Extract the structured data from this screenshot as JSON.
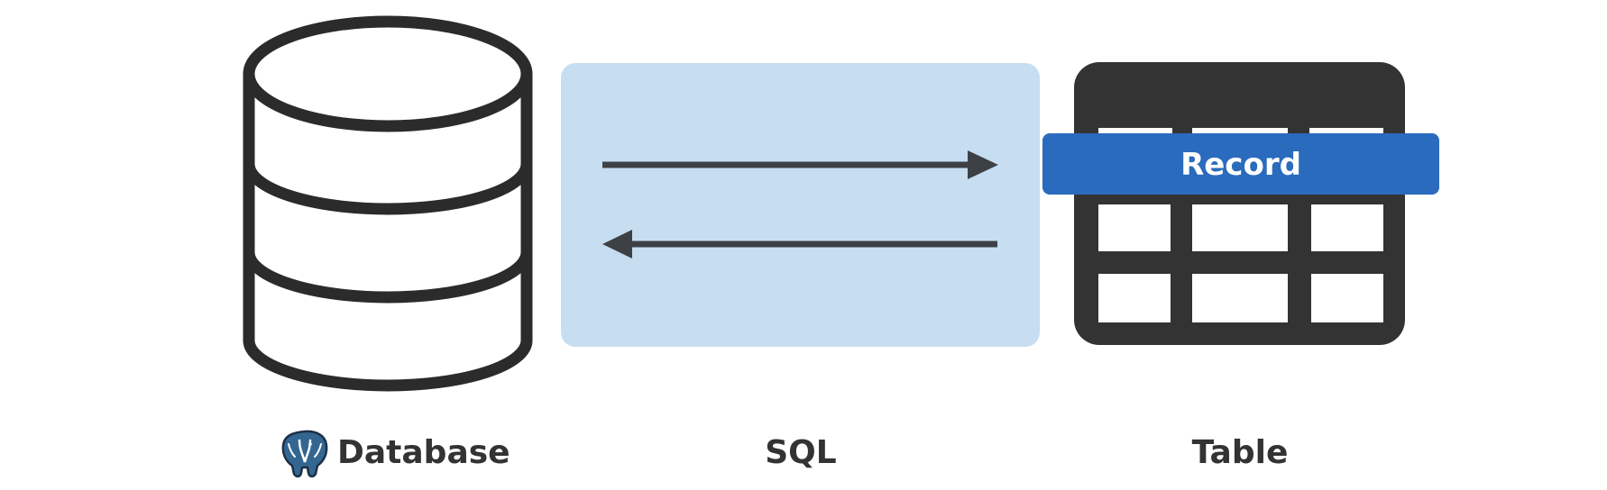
{
  "nodes": {
    "database": {
      "label": "Database",
      "icon": "database-cylinder-icon",
      "logo": "postgresql-elephant-icon"
    },
    "sql": {
      "label": "SQL"
    },
    "table": {
      "label": "Table",
      "icon": "table-grid-icon",
      "highlight_label": "Record"
    }
  },
  "edges": [
    {
      "from": "database",
      "to": "table",
      "direction": "right"
    },
    {
      "from": "table",
      "to": "database",
      "direction": "left"
    }
  ],
  "colors": {
    "outline": "#2b2b2b",
    "sql_panel": "#c7def1",
    "table_dark": "#333333",
    "record_band": "#2a6bbd",
    "record_text": "#ffffff",
    "arrow": "#3d4146",
    "caption_text": "#333333",
    "logo_blue": "#336791"
  }
}
